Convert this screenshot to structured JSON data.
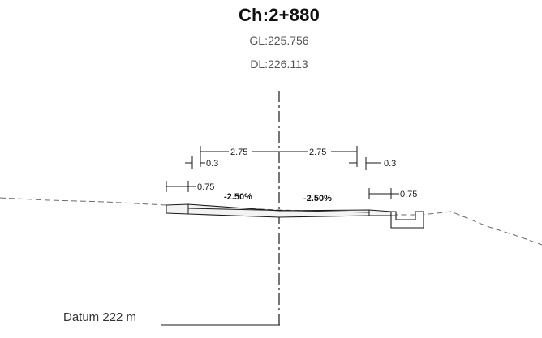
{
  "header": {
    "chainage": "Ch:2+880",
    "ground_level": "GL:225.756",
    "design_level": "DL:226.113"
  },
  "dimensions": {
    "left_carriageway": "2.75",
    "right_carriageway": "2.75",
    "left_offset": "0.3",
    "right_offset": "0.3",
    "left_shoulder": "0.75",
    "right_shoulder": "0.75"
  },
  "slopes": {
    "left": "-2.50%",
    "right": "-2.50%"
  },
  "datum": {
    "label": "Datum 222 m"
  },
  "colors": {
    "line": "#1a1a1a",
    "ground": "#6a6a6a",
    "muted_text": "#555555"
  }
}
